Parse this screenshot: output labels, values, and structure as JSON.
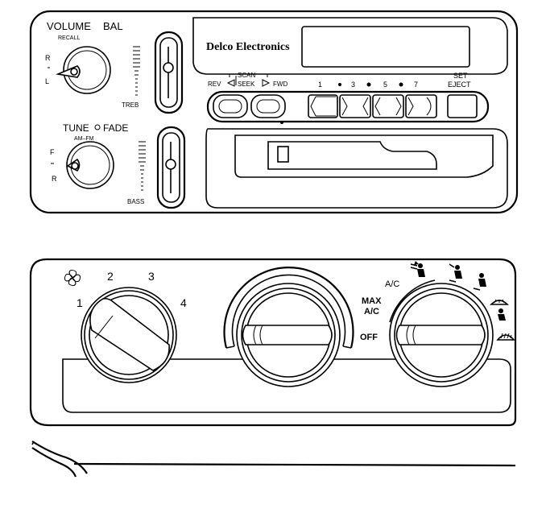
{
  "radio": {
    "volume_label": "VOLUME",
    "bal_label": "BAL",
    "recall_label": "RECALL",
    "balance_r": "R",
    "balance_l": "L",
    "treb_label": "TREB",
    "tune_label": "TUNE",
    "fade_label": "FADE",
    "am_fm_label": "AM–FM",
    "fade_f": "F",
    "fade_r": "R",
    "bass_label": "BASS",
    "brand": "Delco Electronics",
    "scan_label": "SCAN",
    "seek_label": "SEEK",
    "rev_label": "REV",
    "fwd_label": "FWD",
    "preset_1": "1",
    "preset_3": "3",
    "preset_5": "5",
    "preset_7": "7",
    "set_label": "SET",
    "eject_label": "EJECT"
  },
  "climate": {
    "fan_1": "1",
    "fan_2": "2",
    "fan_3": "3",
    "fan_4": "4",
    "ac_label": "A/C",
    "max_label": "MAX",
    "max_ac_label": "A/C",
    "off_label": "OFF"
  },
  "icons": {
    "fan": "fan-icon",
    "vent_face": "vent-face-icon",
    "vent_bilevel": "vent-bilevel-icon",
    "vent_floor": "vent-floor-icon",
    "floor_defrost": "floor-defrost-icon",
    "defrost": "defrost-icon"
  }
}
